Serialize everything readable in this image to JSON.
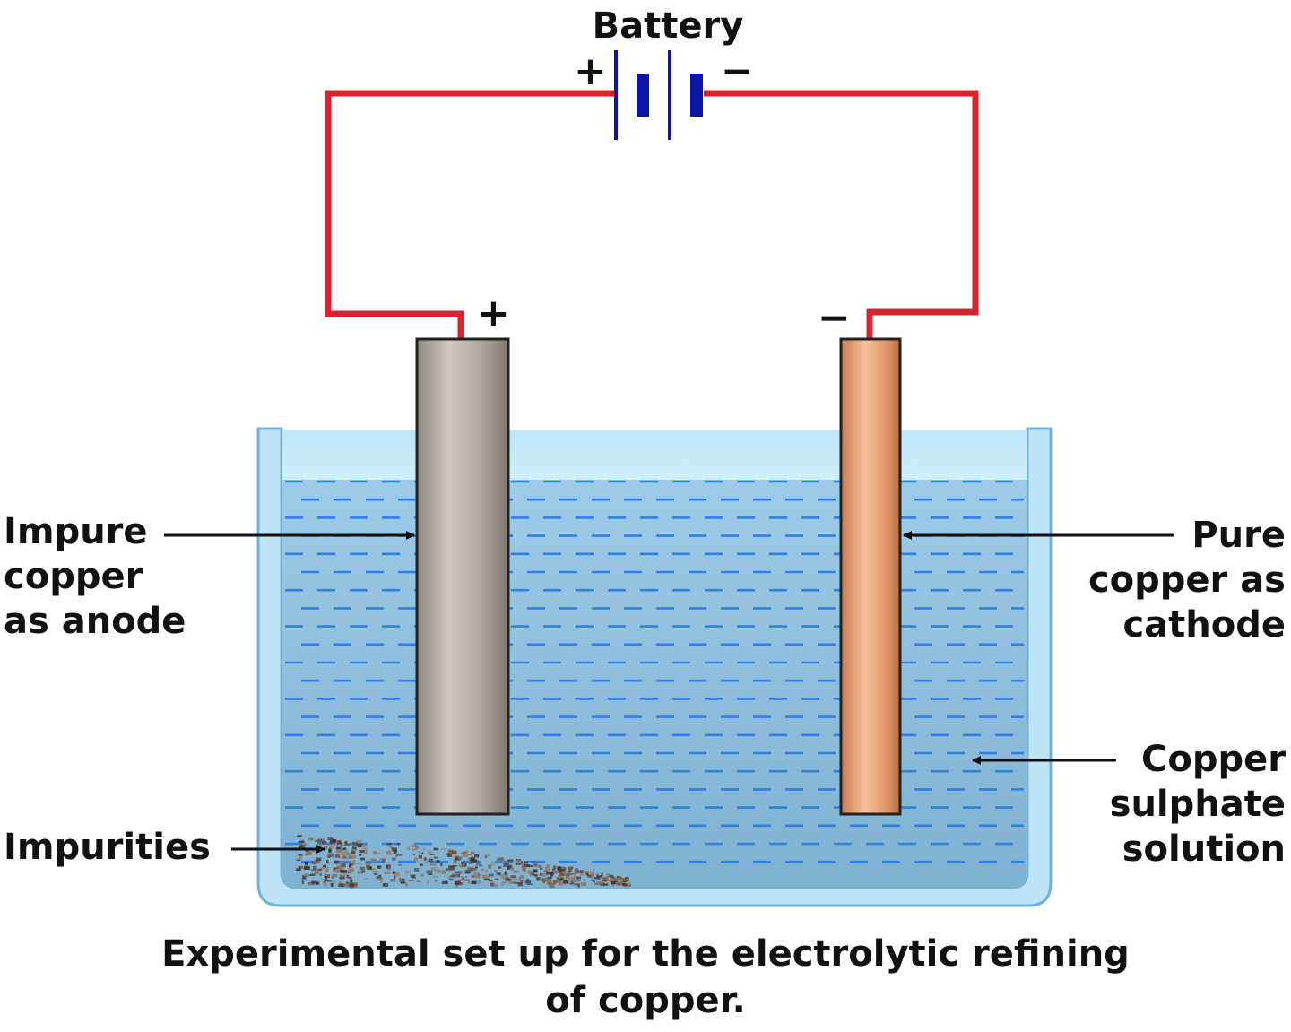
{
  "labels": {
    "battery": "Battery",
    "battery_plus": "+",
    "battery_minus": "−",
    "anode_terminal": "+",
    "cathode_terminal": "−",
    "anode": [
      "Impure",
      "copper",
      "as anode"
    ],
    "cathode": [
      "Pure",
      "copper as",
      "cathode"
    ],
    "solution": [
      "Copper",
      "sulphate",
      "solution"
    ],
    "impurities": "Impurities"
  },
  "caption": [
    "Experimental set up for the electrolytic refining",
    "of copper."
  ],
  "colors": {
    "wire": "#d8232f",
    "battery_plate": "#0b16a8",
    "solution": "#8fc1de",
    "solution_dash": "#2e7fe6",
    "tank_wall": "#9fd3ee",
    "anode": "#b2aba3",
    "cathode": "#e9a477",
    "impurities": "#6b4a3a"
  }
}
